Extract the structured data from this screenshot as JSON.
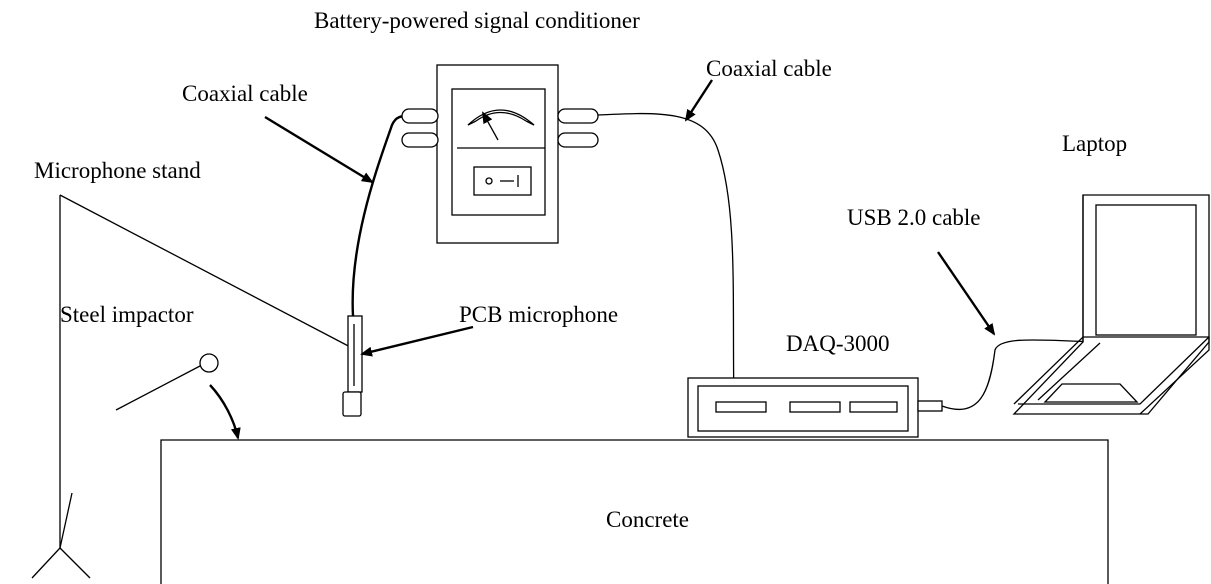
{
  "labels": {
    "signal_conditioner": "Battery-powered signal conditioner",
    "coaxial_cable_right": "Coaxial cable",
    "coaxial_cable_left": "Coaxial cable",
    "laptop": "Laptop",
    "microphone_stand": "Microphone stand",
    "usb_cable": "USB 2.0 cable",
    "steel_impactor": "Steel impactor",
    "pcb_microphone": "PCB microphone",
    "daq": "DAQ-3000",
    "concrete": "Concrete"
  }
}
